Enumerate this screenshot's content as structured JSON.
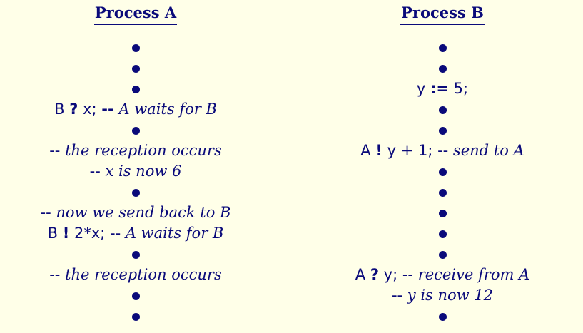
{
  "process_a": {
    "title": "Process A",
    "lines": [
      {
        "type": "dot"
      },
      {
        "type": "dot"
      },
      {
        "type": "dot"
      },
      {
        "type": "code",
        "parts": [
          {
            "text": "B ",
            "style": "code"
          },
          {
            "text": "?",
            "style": "op"
          },
          {
            "text": " x; ",
            "style": "code"
          },
          {
            "text": "--",
            "style": "op"
          },
          {
            "text": " A waits for B",
            "style": "cm"
          }
        ]
      },
      {
        "type": "dot"
      },
      {
        "type": "code",
        "parts": [
          {
            "text": "-- ",
            "style": "code"
          },
          {
            "text": "the reception occurs",
            "style": "cm"
          }
        ]
      },
      {
        "type": "code",
        "parts": [
          {
            "text": "-- ",
            "style": "code"
          },
          {
            "text": "x is now 6",
            "style": "cm"
          }
        ]
      },
      {
        "type": "dot"
      },
      {
        "type": "code",
        "parts": [
          {
            "text": "-- ",
            "style": "code"
          },
          {
            "text": "now we send back to B",
            "style": "cm"
          }
        ]
      },
      {
        "type": "code",
        "parts": [
          {
            "text": "B ",
            "style": "code"
          },
          {
            "text": "!",
            "style": "op"
          },
          {
            "text": " 2*x; -- ",
            "style": "code"
          },
          {
            "text": "A waits for B",
            "style": "cm"
          }
        ]
      },
      {
        "type": "dot"
      },
      {
        "type": "code",
        "parts": [
          {
            "text": "-- ",
            "style": "code"
          },
          {
            "text": "the reception occurs",
            "style": "cm"
          }
        ]
      },
      {
        "type": "dot"
      },
      {
        "type": "dot"
      }
    ]
  },
  "process_b": {
    "title": "Process B",
    "lines": [
      {
        "type": "dot"
      },
      {
        "type": "dot"
      },
      {
        "type": "code",
        "parts": [
          {
            "text": "y ",
            "style": "code"
          },
          {
            "text": ":=",
            "style": "op"
          },
          {
            "text": " 5;",
            "style": "code"
          }
        ]
      },
      {
        "type": "dot"
      },
      {
        "type": "dot"
      },
      {
        "type": "code",
        "parts": [
          {
            "text": "A ",
            "style": "code"
          },
          {
            "text": "!",
            "style": "op"
          },
          {
            "text": " y + 1; -- ",
            "style": "code"
          },
          {
            "text": "send to A",
            "style": "cm"
          }
        ]
      },
      {
        "type": "dot"
      },
      {
        "type": "dot"
      },
      {
        "type": "dot"
      },
      {
        "type": "dot"
      },
      {
        "type": "dot"
      },
      {
        "type": "code",
        "parts": [
          {
            "text": "A ",
            "style": "code"
          },
          {
            "text": "?",
            "style": "op"
          },
          {
            "text": " y; -- ",
            "style": "code"
          },
          {
            "text": "receive from A",
            "style": "cm"
          }
        ]
      },
      {
        "type": "code",
        "parts": [
          {
            "text": "-- ",
            "style": "code"
          },
          {
            "text": "y is now 12",
            "style": "cm"
          }
        ]
      },
      {
        "type": "dot"
      }
    ]
  }
}
